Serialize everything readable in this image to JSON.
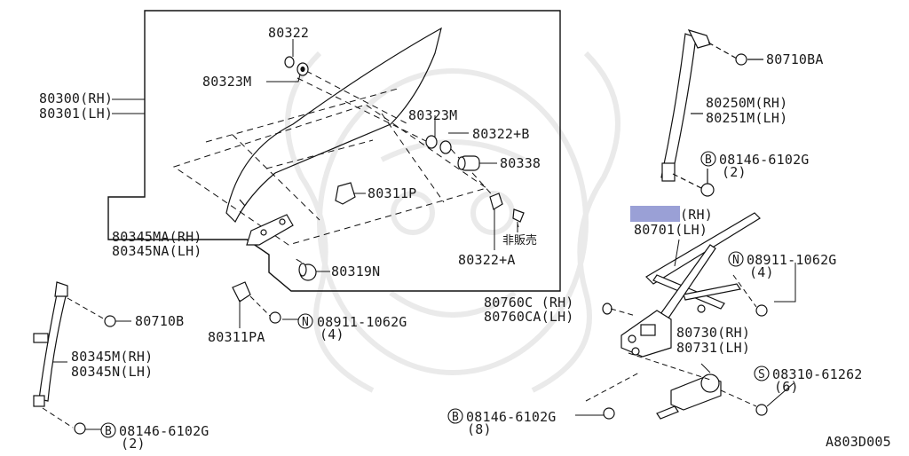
{
  "diagram": {
    "code": "A803D005",
    "highlight_color": "#9aa0d6",
    "labels": {
      "p80322": "80322",
      "p80323m_top": "80323M",
      "p80300": "80300(RH)",
      "p80301": "80301(LH)",
      "p80323m_mid": "80323M",
      "p80322b": "80322+B",
      "p80338": "80338",
      "p80311p": "80311P",
      "p80345ma": "80345MA(RH)",
      "p80345na": "80345NA(LH)",
      "p80322a": "80322+A",
      "not_for_sale": "非販売",
      "p80319n": "80319N",
      "p80710ba": "80710BA",
      "p80250m": "80250M(RH)",
      "p80251m": "80251M(LH)",
      "b08146_top_letter": "B",
      "b08146_top": "08146-6102G",
      "b08146_top_qty": "(2)",
      "p80700_rh": "(RH)",
      "p80701": "80701(LH)",
      "n08911_right_letter": "N",
      "n08911_right": "08911-1062G",
      "n08911_right_qty": "(4)",
      "p80760c": "80760C (RH)",
      "p80760ca": "80760CA(LH)",
      "p80730": "80730(RH)",
      "p80731": "80731(LH)",
      "s08310_letter": "S",
      "s08310": "08310-61262",
      "s08310_qty": "(6)",
      "p80710b": "80710B",
      "p80311pa": "80311PA",
      "n08911_left_letter": "N",
      "n08911_left": "08911-1062G",
      "n08911_left_qty": "(4)",
      "p80345m": "80345M(RH)",
      "p80345n": "80345N(LH)",
      "b08146_left_letter": "B",
      "b08146_left": "08146-6102G",
      "b08146_left_qty": "(2)",
      "b08146_bottom_letter": "B",
      "b08146_bottom": "08146-6102G",
      "b08146_bottom_qty": "(8)"
    }
  }
}
